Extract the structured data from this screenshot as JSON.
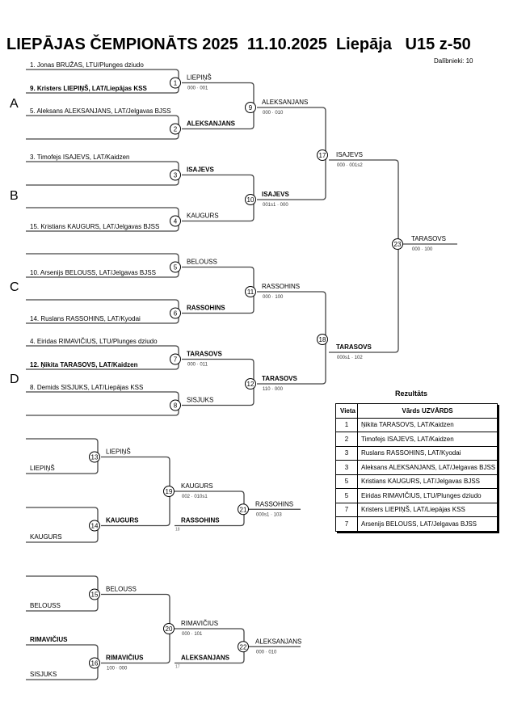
{
  "header": {
    "title": "LIEPĀJAS ČEMPIONĀTS 2025  11.10.2025  Liepāja   U15 z-50",
    "participants": "Dalībnieki: 10"
  },
  "pools": [
    "A",
    "B",
    "C",
    "D"
  ],
  "main_bracket": {
    "round1": [
      {
        "no": "1",
        "top": "1. Jonas BRUŽAS, LTU/Plunges dziudo",
        "bottom": "9. Kristers LIEPIŅŠ, LAT/Liepājas KSS",
        "bottom_bold": true,
        "top_bold": false,
        "winner": "LIEPIŅŠ",
        "winner_bold": false,
        "score": "000 · 001"
      },
      {
        "no": "2",
        "top": "5. Aleksans ALEKSANJANS, LAT/Jelgavas BJSS",
        "bottom": "",
        "top_bold": false,
        "bottom_bold": false,
        "winner": "ALEKSANJANS",
        "winner_bold": true,
        "score": ""
      },
      {
        "no": "3",
        "top": "3. Timofejs ISAJEVS, LAT/Kaidzen",
        "bottom": "",
        "top_bold": false,
        "bottom_bold": false,
        "winner": "ISAJEVS",
        "winner_bold": true,
        "score": ""
      },
      {
        "no": "4",
        "top": "",
        "bottom": "15. Kristians KAUGURS, LAT/Jelgavas BJSS",
        "top_bold": false,
        "bottom_bold": false,
        "winner": "KAUGURS",
        "winner_bold": false,
        "score": ""
      },
      {
        "no": "5",
        "top": "",
        "bottom": "10. Arsenijs BELOUSS, LAT/Jelgavas BJSS",
        "top_bold": false,
        "bottom_bold": false,
        "winner": "BELOUSS",
        "winner_bold": false,
        "score": ""
      },
      {
        "no": "6",
        "top": "",
        "bottom": "14. Ruslans RASSOHINS, LAT/Kyodai",
        "top_bold": false,
        "bottom_bold": false,
        "winner": "RASSOHINS",
        "winner_bold": true,
        "score": ""
      },
      {
        "no": "7",
        "top": "4. Eiridas RIMAVIČIUS, LTU/Plunges dziudo",
        "bottom": "12. Ņikita TARASOVS, LAT/Kaidzen",
        "top_bold": false,
        "bottom_bold": true,
        "winner": "TARASOVS",
        "winner_bold": true,
        "score": "000 · 011"
      },
      {
        "no": "8",
        "top": "8. Demids SISJUKS, LAT/Liepājas KSS",
        "bottom": "",
        "top_bold": false,
        "bottom_bold": false,
        "winner": "SISJUKS",
        "winner_bold": false,
        "score": ""
      }
    ],
    "round2": [
      {
        "no": "9",
        "winner": "ALEKSANJANS",
        "winner_bold": false,
        "score": "000 · 010"
      },
      {
        "no": "10",
        "winner": "ISAJEVS",
        "winner_bold": true,
        "score": "001s1 · 000"
      },
      {
        "no": "11",
        "winner": "RASSOHINS",
        "winner_bold": false,
        "score": "000 · 100"
      },
      {
        "no": "12",
        "winner": "TARASOVS",
        "winner_bold": true,
        "score": "110 · 000"
      }
    ],
    "round3": [
      {
        "no": "17",
        "winner": "ISAJEVS",
        "winner_bold": false,
        "score": "000 · 001s2"
      },
      {
        "no": "18",
        "winner": "TARASOVS",
        "winner_bold": true,
        "score": "000s1 · 102"
      }
    ],
    "final": {
      "no": "23",
      "winner": "TARASOVS",
      "winner_bold": false,
      "score": "000 · 100"
    }
  },
  "repechage": [
    {
      "m1": {
        "no": "13",
        "top": "",
        "bottom": "LIEPIŅŠ",
        "bottom_bold": false,
        "winner": "LIEPIŅŠ",
        "winner_bold": false,
        "score": ""
      },
      "m2": {
        "no": "14",
        "top": "",
        "bottom": "KAUGURS",
        "bottom_bold": false,
        "winner": "KAUGURS",
        "winner_bold": true,
        "score": ""
      },
      "m3": {
        "no": "19",
        "winner": "KAUGURS",
        "winner_bold": false,
        "score": "002 · 010s1"
      },
      "incoming": {
        "name": "RASSOHINS",
        "bold": true,
        "from": "18"
      },
      "bronze": {
        "no": "21",
        "winner": "RASSOHINS",
        "winner_bold": false,
        "score": "000s1 · 103"
      }
    },
    {
      "m1": {
        "no": "15",
        "top": "",
        "bottom": "BELOUSS",
        "bottom_bold": false,
        "winner": "BELOUSS",
        "winner_bold": false,
        "score": ""
      },
      "m2": {
        "no": "16",
        "top": "RIMAVIČIUS",
        "top_bold": true,
        "bottom": "SISJUKS",
        "bottom_bold": false,
        "winner": "RIMAVIČIUS",
        "winner_bold": true,
        "score": "100 · 000"
      },
      "m3": {
        "no": "20",
        "winner": "RIMAVIČIUS",
        "winner_bold": false,
        "score": "000 · 101"
      },
      "incoming": {
        "name": "ALEKSANJANS",
        "bold": true,
        "from": "17"
      },
      "bronze": {
        "no": "22",
        "winner": "ALEKSANJANS",
        "winner_bold": false,
        "score": "000 · 010"
      }
    }
  ],
  "results": {
    "title": "Rezultāts",
    "headers": [
      "Vieta",
      "Vārds UZVĀRDS"
    ],
    "rows": [
      {
        "place": "1",
        "name": "Ņikita TARASOVS, LAT/Kaidzen"
      },
      {
        "place": "2",
        "name": "Timofejs ISAJEVS, LAT/Kaidzen"
      },
      {
        "place": "3",
        "name": "Ruslans RASSOHINS, LAT/Kyodai"
      },
      {
        "place": "3",
        "name": "Aleksans ALEKSANJANS, LAT/Jelgavas BJSS"
      },
      {
        "place": "5",
        "name": "Kristians KAUGURS, LAT/Jelgavas BJSS"
      },
      {
        "place": "5",
        "name": "Eiridas RIMAVIČIUS, LTU/Plunges dziudo"
      },
      {
        "place": "7",
        "name": "Kristers LIEPIŅŠ, LAT/Liepājas KSS"
      },
      {
        "place": "7",
        "name": "Arsenijs BELOUSS, LAT/Jelgavas BJSS"
      }
    ]
  }
}
